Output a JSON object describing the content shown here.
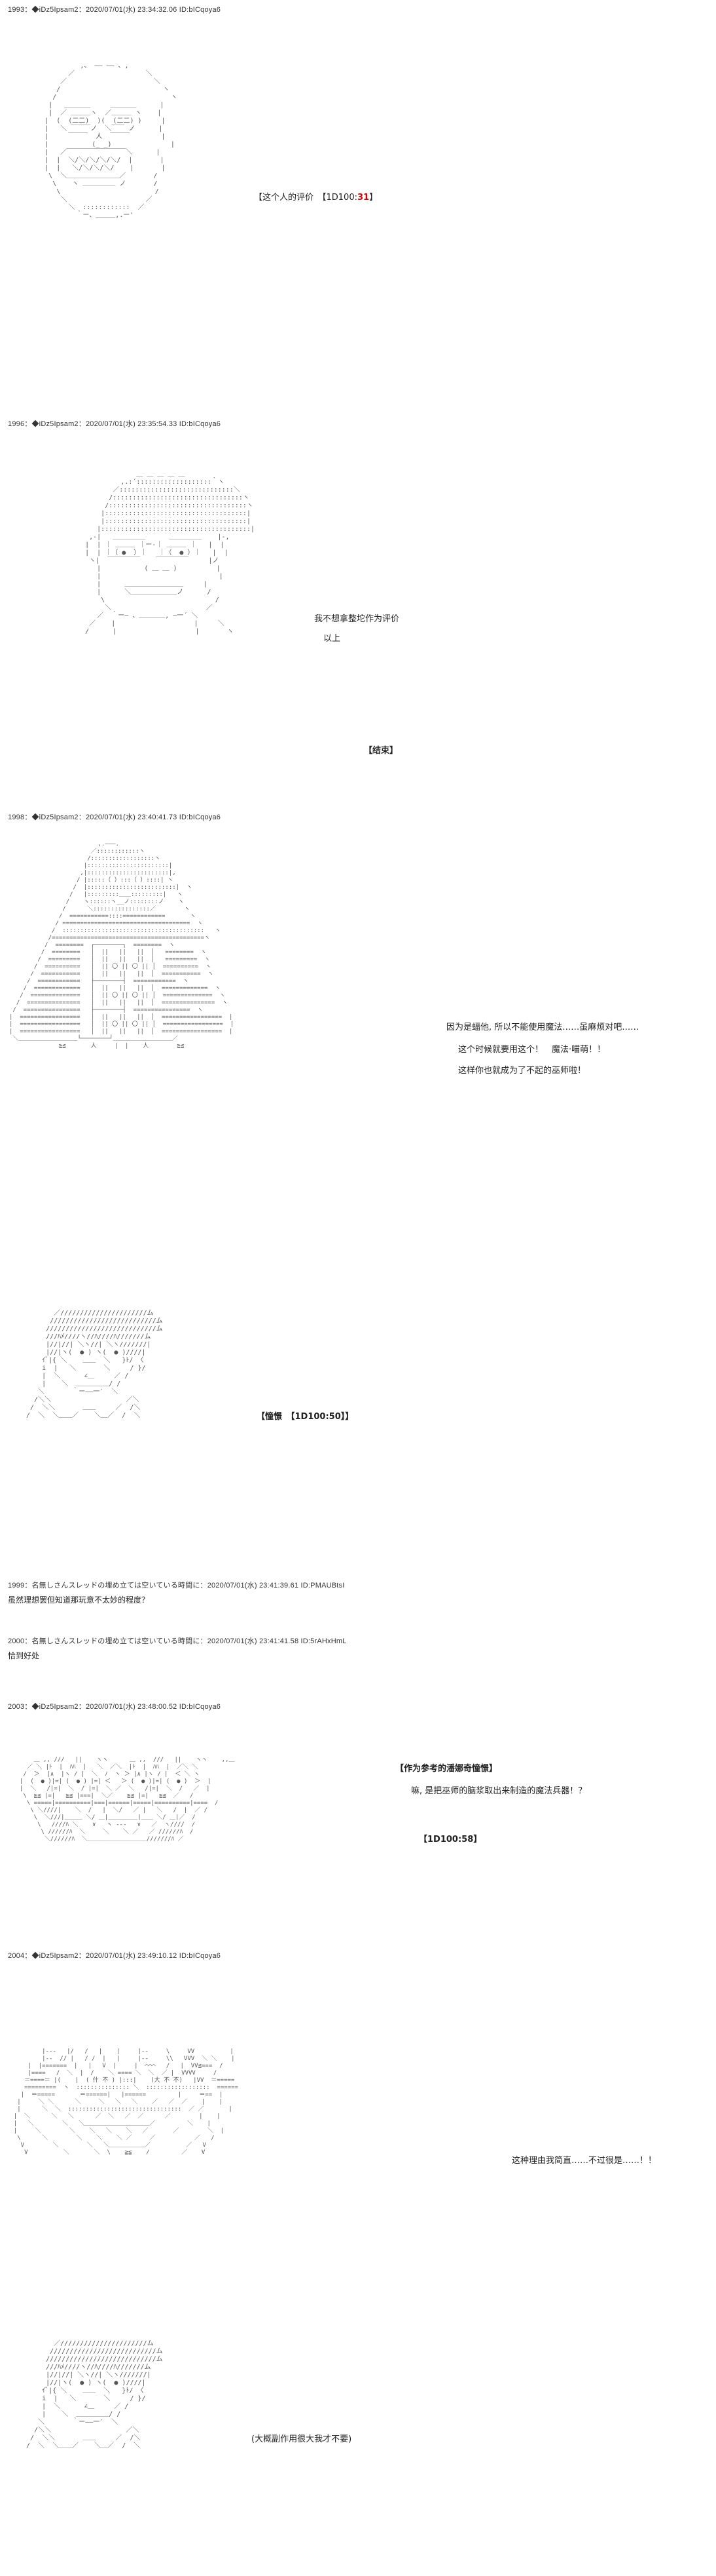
{
  "posts": [
    {
      "header": "1993：◆iDz5Ipsam2：2020/07/01(水) 23:34:32.06 ID:bICqoya6",
      "lines": [
        {
          "pre": "【这个人的评价　【1D100:",
          "hl": "31",
          "post": "】"
        }
      ]
    },
    {
      "header": "1996：◆iDz5Ipsam2：2020/07/01(水) 23:35:54.33 ID:bICqoya6",
      "lines": [
        {
          "text": "我不想拿整坨作为评价"
        },
        {
          "text": "以上"
        },
        {
          "text": "【结束】"
        }
      ]
    },
    {
      "header": "1998：◆iDz5Ipsam2：2020/07/01(水) 23:40:41.73 ID:bICqoya6",
      "lines": [
        {
          "text": "因为是蝠他, 所以不能使用魔法……虽麻烦对吧……"
        },
        {
          "text": "这个时候就要用这个！　魔法·喵萌！！"
        },
        {
          "text": "这样你也就成为了不起的巫师啦！"
        },
        {
          "text": "【憧憬　【1D100:50】】"
        }
      ]
    },
    {
      "header": "1999：名無しさんスレッドの埋め立ては空いている時間に：2020/07/01(水) 23:41:39.61 ID:PMAUBtsI",
      "lines": [
        {
          "text": "虽然理想罢但知道那玩意不太妙的程度？"
        }
      ]
    },
    {
      "header": "2000：名無しさんスレッドの埋め立ては空いている時間に：2020/07/01(水) 23:41:41.58 ID:5rAHxHmL",
      "lines": [
        {
          "text": "恰到好处"
        }
      ]
    },
    {
      "header": "2003：◆iDz5Ipsam2：2020/07/01(水) 23:48:00.52 ID:bICqoya6",
      "lines": [
        {
          "text": "【作为参考的潘娜奇憧憬】"
        },
        {
          "text": "嘛, 是把巫师的脑浆取出来制造的魔法兵器！？"
        },
        {
          "text": "【1D100:58】"
        }
      ]
    },
    {
      "header": "2004：◆iDz5Ipsam2：2020/07/01(水) 23:49:10.12 ID:bICqoya6",
      "lines": [
        {
          "text": "这种理由我简直……不过很是……！！"
        },
        {
          "text": "(大概副作用很大我才不要)"
        }
      ]
    }
  ]
}
